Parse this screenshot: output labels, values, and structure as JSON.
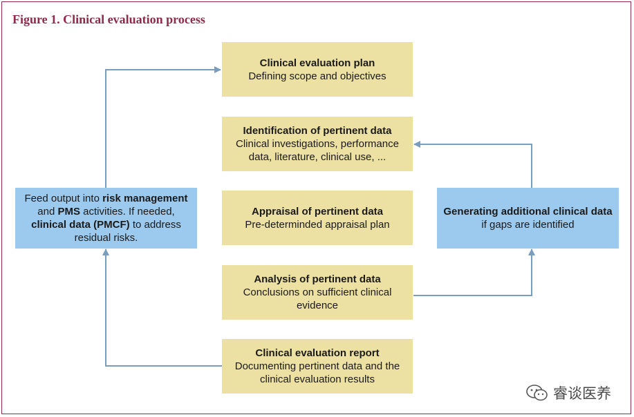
{
  "figure_title": "Figure 1. Clinical evaluation process",
  "steps": [
    {
      "title": "Clinical evaluation plan",
      "line1": "Defining scope and objectives",
      "line2": ""
    },
    {
      "title": "Identification of pertinent data",
      "line1": "Clinical investigations, performance",
      "line2": "data, literature, clinical use, ..."
    },
    {
      "title": "Appraisal of pertinent data",
      "line1": "Pre-determinded appraisal plan",
      "line2": ""
    },
    {
      "title": "Analysis of pertinent data",
      "line1": "Conclusions on sufficient clinical",
      "line2": "evidence"
    },
    {
      "title": "Clinical evaluation report",
      "line1": "Documenting pertinent data and the",
      "line2": "clinical evaluation results"
    }
  ],
  "left_box": {
    "t1": "Feed output into ",
    "b1": "risk management",
    "t2": "and ",
    "b2": "PMS",
    "t3": " activities. If needed,",
    "b3": "clinical data (PMCF)",
    "t4": " to address",
    "t5": "residual risks."
  },
  "right_box": {
    "title": "Generating additional clinical data",
    "line1": "if gaps are identified"
  },
  "watermark": "睿谈医养",
  "colors": {
    "title": "#8f2a4a",
    "step_box": "#ece0a3",
    "side_box": "#9cc9ee",
    "arrow": "#7b9dbd"
  }
}
